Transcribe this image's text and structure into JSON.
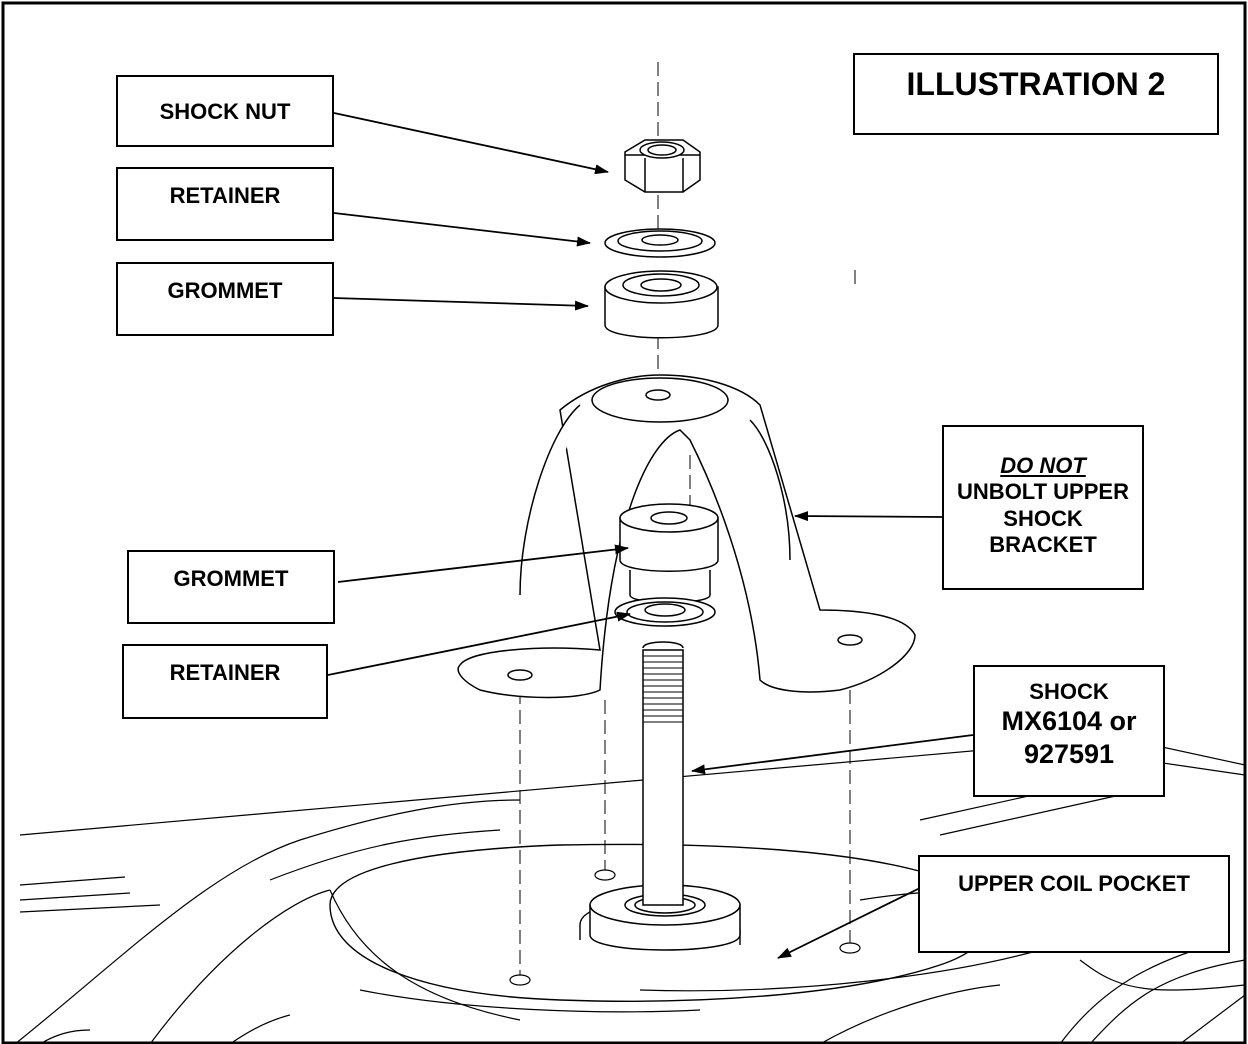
{
  "title": "ILLUSTRATION 2",
  "labels": {
    "shock_nut": "SHOCK NUT",
    "retainer_top": "RETAINER",
    "grommet_top": "GROMMET",
    "grommet_bottom": "GROMMET",
    "retainer_bottom": "RETAINER",
    "do_not": {
      "emphasis": "DO NOT",
      "line1": "UNBOLT UPPER",
      "line2": "SHOCK",
      "line3": "BRACKET"
    },
    "shock": {
      "line1": "SHOCK",
      "line2": "MX6104 or",
      "line3": "927591"
    },
    "upper_coil_pocket": "UPPER COIL POCKET"
  },
  "colors": {
    "ink": "#000000",
    "paper": "#ffffff"
  }
}
